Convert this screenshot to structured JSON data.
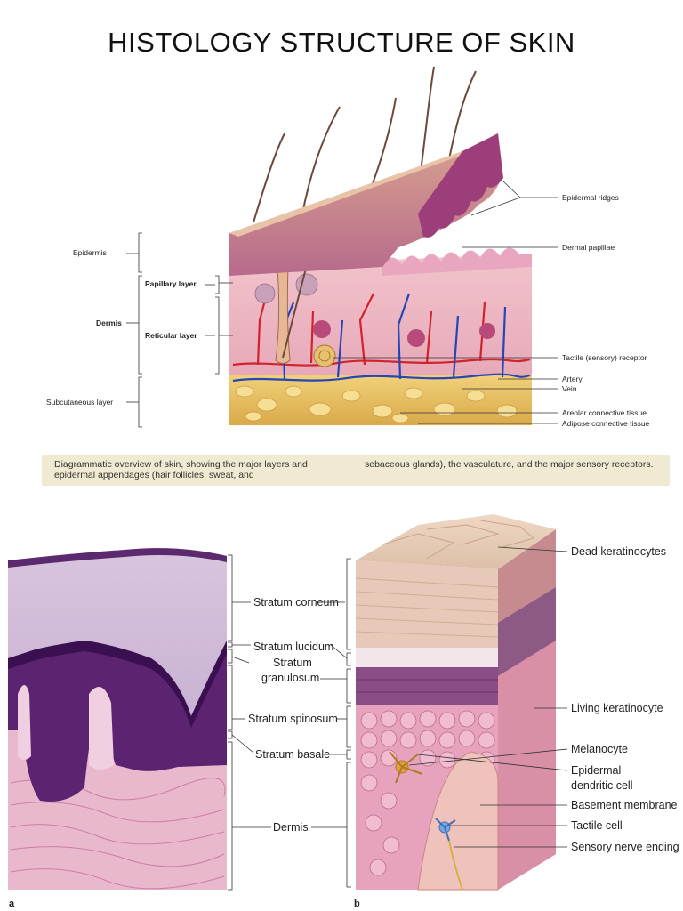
{
  "title": "HISTOLOGY STRUCTURE OF SKIN",
  "top_diagram": {
    "left_labels": {
      "epidermis": "Epidermis",
      "dermis": "Dermis",
      "papillary_layer": "Papillary layer",
      "reticular_layer": "Reticular layer",
      "subcutaneous_layer": "Subcutaneous layer"
    },
    "right_labels": {
      "epidermal_ridges": "Epidermal ridges",
      "dermal_papillae": "Dermal papillae",
      "tactile_receptor": "Tactile (sensory) receptor",
      "artery": "Artery",
      "vein": "Vein",
      "areolar": "Areolar connective tissue",
      "adipose": "Adipose connective tissue"
    },
    "caption_left": "Diagrammatic overview of skin, showing the major layers and epidermal appendages (hair follicles, sweat, and",
    "caption_right": "sebaceous glands), the vasculature, and the major sensory receptors."
  },
  "bottom_diagram": {
    "panel_a": "a",
    "panel_b": "b",
    "middle_labels": {
      "stratum_corneum": "Stratum corneum",
      "stratum_lucidum": "Stratum lucidum",
      "stratum_granulosum_1": "Stratum",
      "stratum_granulosum_2": "granulosum",
      "stratum_spinosum": "Stratum spinosum",
      "stratum_basale": "Stratum basale",
      "dermis": "Dermis"
    },
    "right_labels": {
      "dead_keratinocytes": "Dead keratinocytes",
      "living_keratinocyte": "Living keratinocyte",
      "melanocyte": "Melanocyte",
      "epidermal_dendritic_1": "Epidermal",
      "epidermal_dendritic_2": "dendritic cell",
      "basement_membrane": "Basement membrane",
      "tactile_cell": "Tactile cell",
      "sensory_nerve": "Sensory nerve ending"
    }
  }
}
